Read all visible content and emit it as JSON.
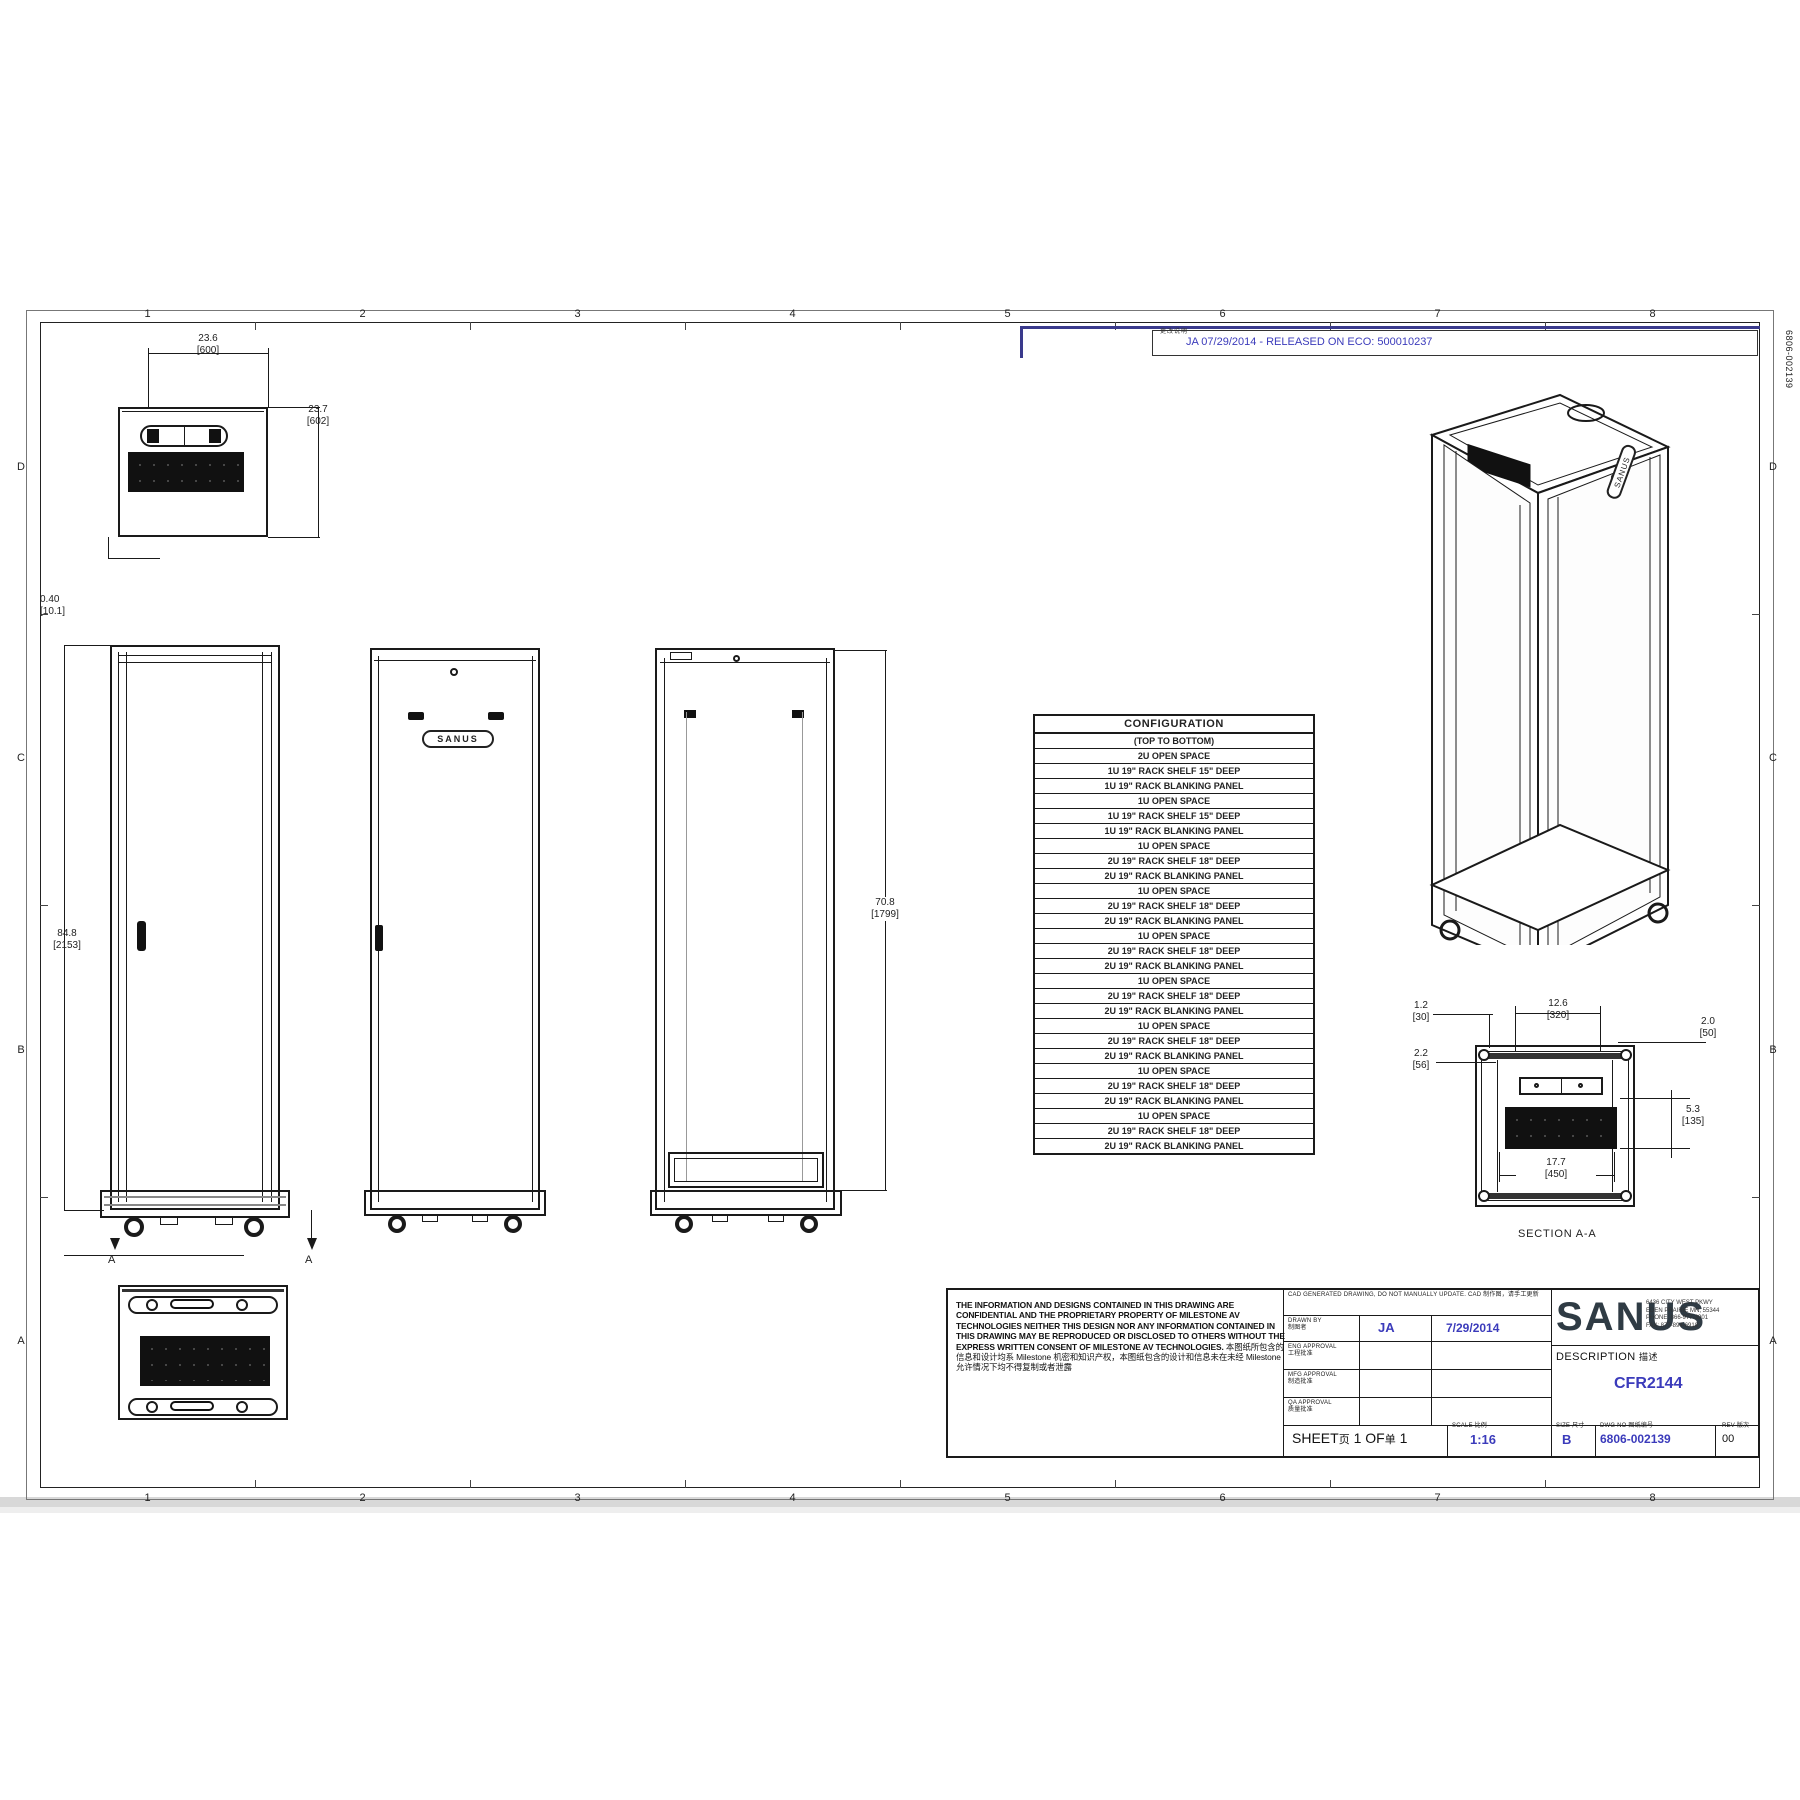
{
  "sheet": {
    "vertical_part_number": "6806-002139",
    "grid_columns": [
      "1",
      "2",
      "3",
      "4",
      "5",
      "6",
      "7",
      "8"
    ],
    "grid_rows": [
      "D",
      "C",
      "B",
      "A"
    ]
  },
  "eco_banner": {
    "cjk_tag": "更改说明",
    "text": "JA 07/29/2014 - RELEASED ON ECO: 500010237"
  },
  "dimensions": {
    "top_width": {
      "inch": "23.6",
      "mm": "[600]"
    },
    "top_depth": {
      "inch": "23.7",
      "mm": "[602]"
    },
    "base_offset": {
      "inch": "0.40",
      "mm": "[10.1]"
    },
    "overall_height": {
      "inch": "84.8",
      "mm": "[2153]"
    },
    "rail_height": {
      "inch": "70.8",
      "mm": "[1799]"
    },
    "sec_a": {
      "inch": "1.2",
      "mm": "[30]"
    },
    "sec_b": {
      "inch": "2.2",
      "mm": "[56]"
    },
    "sec_c": {
      "inch": "12.6",
      "mm": "[320]"
    },
    "sec_d": {
      "inch": "2.0",
      "mm": "[50]"
    },
    "sec_e": {
      "inch": "5.3",
      "mm": "[135]"
    },
    "sec_f": {
      "inch": "17.7",
      "mm": "[450]"
    }
  },
  "section_label": "SECTION A-A",
  "section_marks": {
    "left": "A",
    "right": "A"
  },
  "brand_text": "SANUS",
  "configuration": {
    "title": "CONFIGURATION",
    "subtitle": "(TOP TO BOTTOM)",
    "rows": [
      "2U OPEN SPACE",
      "1U 19\" RACK SHELF 15\" DEEP",
      "1U 19\" RACK BLANKING PANEL",
      "1U OPEN SPACE",
      "1U 19\" RACK SHELF 15\" DEEP",
      "1U 19\" RACK BLANKING PANEL",
      "1U OPEN SPACE",
      "2U 19\" RACK SHELF 18\" DEEP",
      "2U 19\" RACK BLANKING PANEL",
      "1U OPEN SPACE",
      "2U 19\" RACK SHELF 18\" DEEP",
      "2U 19\" RACK BLANKING PANEL",
      "1U OPEN SPACE",
      "2U 19\" RACK SHELF 18\" DEEP",
      "2U 19\" RACK BLANKING PANEL",
      "1U OPEN SPACE",
      "2U 19\" RACK SHELF 18\" DEEP",
      "2U 19\" RACK BLANKING PANEL",
      "1U OPEN SPACE",
      "2U 19\" RACK SHELF 18\" DEEP",
      "2U 19\" RACK BLANKING PANEL",
      "1U OPEN SPACE",
      "2U 19\" RACK SHELF 18\" DEEP",
      "2U 19\" RACK BLANKING PANEL",
      "1U OPEN SPACE",
      "2U 19\" RACK SHELF 18\" DEEP",
      "2U 19\" RACK BLANKING PANEL"
    ]
  },
  "title_block": {
    "confidential_text": "THE INFORMATION AND DESIGNS CONTAINED IN THIS DRAWING ARE CONFIDENTIAL AND THE PROPRIETARY PROPERTY OF MILESTONE AV TECHNOLOGIES NEITHER THIS DESIGN NOR ANY INFORMATION CONTAINED IN THIS DRAWING MAY BE REPRODUCED OR DISCLOSED TO OTHERS WITHOUT THE EXPRESS WRITTEN CONSENT OF MILESTONE AV TECHNOLOGIES.",
    "confidential_cjk": "本图纸所包含的信息和设计均系 Milestone 机密和知识产权，本图纸包含的设计和信息未在未经 Milestone 允许情况下均不得复制或者泄露",
    "cad_note": "CAD GENERATED DRAWING, DO NOT MANUALLY UPDATE.  CAD 制作图，请手工更新",
    "rows": [
      {
        "label": "DRAWN BY",
        "cjk": "制图者",
        "value": "JA",
        "date": "7/29/2014"
      },
      {
        "label": "ENG APPROVAL",
        "cjk": "工程批准",
        "value": "",
        "date": ""
      },
      {
        "label": "MFG APPROVAL",
        "cjk": "制造批准",
        "value": "",
        "date": ""
      },
      {
        "label": "QA APPROVAL",
        "cjk": "质量批准",
        "value": "",
        "date": ""
      }
    ],
    "company": "SANUS",
    "address": [
      "6436 CITY WEST PKWY",
      "EDEN PRAIRIE MN, 55344",
      "PHONE: 866-977-3901",
      "FAX: 877-894-6918"
    ],
    "description_label": "DESCRIPTION",
    "description_cjk": "描述",
    "description_value": "CFR2144",
    "sheet_label": "SHEET",
    "sheet_cjk": "页",
    "sheet_value": "1 OF",
    "sheet_cjk2": "单",
    "sheet_value2": "1",
    "scale_label": "SCALE",
    "scale_cjk": "比例",
    "scale_value": "1:16",
    "size_label": "SIZE",
    "size_cjk": "尺寸",
    "size_value": "B",
    "dwg_label": "DWG NO",
    "dwg_cjk": "图纸编号",
    "dwg_value": "6806-002139",
    "rev_label": "REV",
    "rev_cjk": "版次",
    "rev_value": "00"
  },
  "colors": {
    "accent_blue": "#3b3bbb",
    "logo_dark": "#2f3b44",
    "line": "#1a1a1a"
  }
}
